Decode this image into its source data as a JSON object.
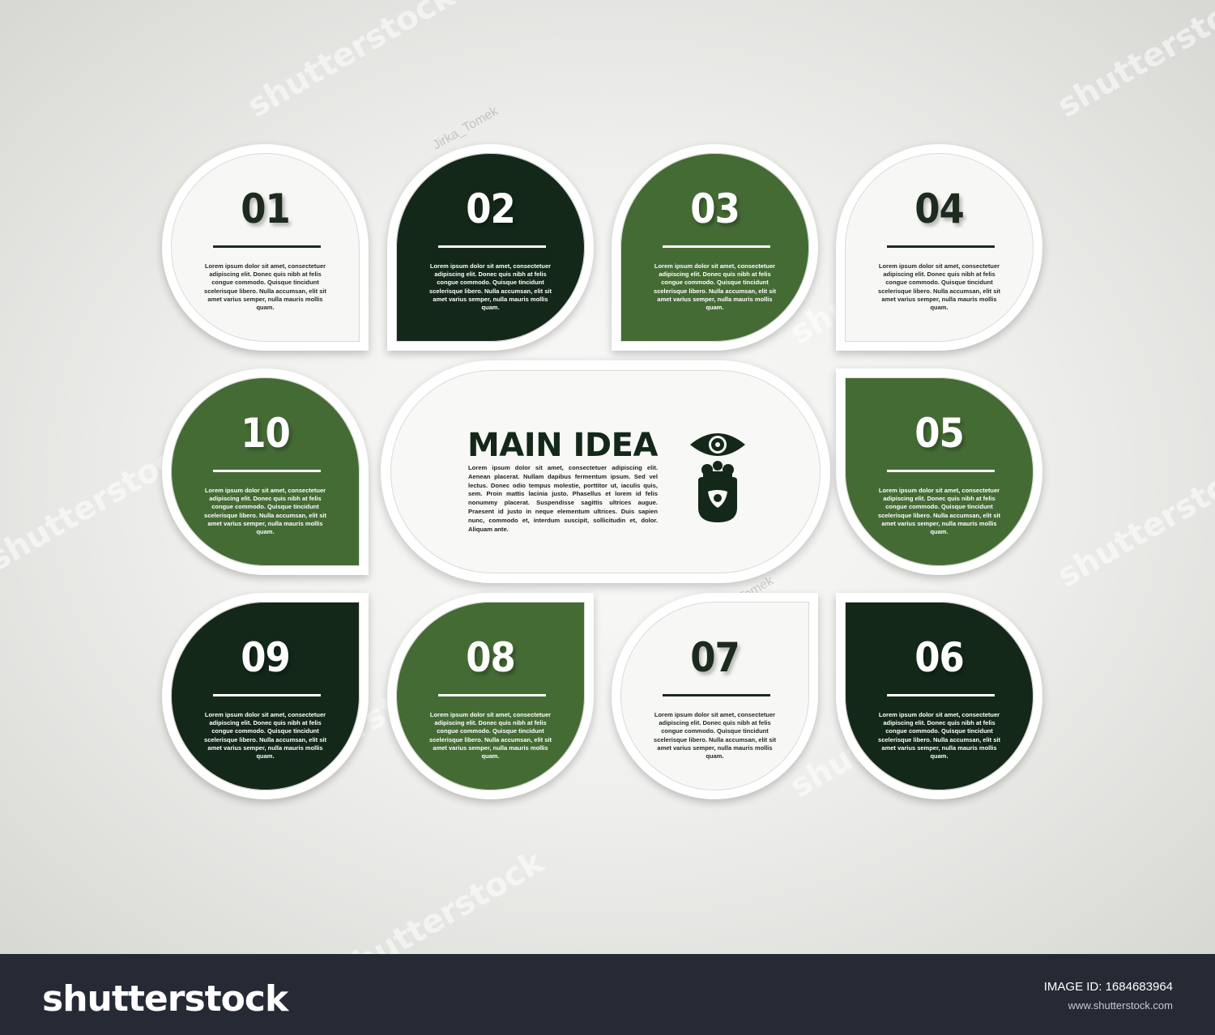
{
  "main": {
    "title": "MAIN IDEA",
    "text": "Lorem ipsum dolor sit amet, consectetuer adipiscing elit. Aenean placerat. Nullam dapibus fermentum ipsum. Sed vel lectus. Donec odio tempus molestie, porttitor ut, iaculis quis, sem. Proin mattis lacinia justo. Phasellus et lorem id felis nonummy placerat. Suspendisse sagittis ultrices augue. Praesent id justo in neque elementum ultrices. Duis sapien nunc, commodo et, interdum suscipit, sollicitudin et, dolor. Aliquam ante.",
    "icon": "head-with-eye-icon"
  },
  "steps": [
    {
      "number": "01",
      "text": "Lorem ipsum dolor sit amet, consectetuer adipiscing elit. Donec quis nibh at felis congue commodo. Quisque tincidunt scelerisque libero. Nulla accumsan, elit sit amet varius semper, nulla mauris mollis quam."
    },
    {
      "number": "02",
      "text": "Lorem ipsum dolor sit amet, consectetuer adipiscing elit. Donec quis nibh at felis congue commodo. Quisque tincidunt scelerisque libero. Nulla accumsan, elit sit amet varius semper, nulla mauris mollis quam."
    },
    {
      "number": "03",
      "text": "Lorem ipsum dolor sit amet, consectetuer adipiscing elit. Donec quis nibh at felis congue commodo. Quisque tincidunt scelerisque libero. Nulla accumsan, elit sit amet varius semper, nulla mauris mollis quam."
    },
    {
      "number": "04",
      "text": "Lorem ipsum dolor sit amet, consectetuer adipiscing elit. Donec quis nibh at felis congue commodo. Quisque tincidunt scelerisque libero. Nulla accumsan, elit sit amet varius semper, nulla mauris mollis quam."
    },
    {
      "number": "05",
      "text": "Lorem ipsum dolor sit amet, consectetuer adipiscing elit. Donec quis nibh at felis congue commodo. Quisque tincidunt scelerisque libero. Nulla accumsan, elit sit amet varius semper, nulla mauris mollis quam."
    },
    {
      "number": "06",
      "text": "Lorem ipsum dolor sit amet, consectetuer adipiscing elit. Donec quis nibh at felis congue commodo. Quisque tincidunt scelerisque libero. Nulla accumsan, elit sit amet varius semper, nulla mauris mollis quam."
    },
    {
      "number": "07",
      "text": "Lorem ipsum dolor sit amet, consectetuer adipiscing elit. Donec quis nibh at felis congue commodo. Quisque tincidunt scelerisque libero. Nulla accumsan, elit sit amet varius semper, nulla mauris mollis quam."
    },
    {
      "number": "08",
      "text": "Lorem ipsum dolor sit amet, consectetuer adipiscing elit. Donec quis nibh at felis congue commodo. Quisque tincidunt scelerisque libero. Nulla accumsan, elit sit amet varius semper, nulla mauris mollis quam."
    },
    {
      "number": "09",
      "text": "Lorem ipsum dolor sit amet, consectetuer adipiscing elit. Donec quis nibh at felis congue commodo. Quisque tincidunt scelerisque libero. Nulla accumsan, elit sit amet varius semper, nulla mauris mollis quam."
    },
    {
      "number": "10",
      "text": "Lorem ipsum dolor sit amet, consectetuer adipiscing elit. Donec quis nibh at felis congue commodo. Quisque tincidunt scelerisque libero. Nulla accumsan, elit sit amet varius semper, nulla mauris mollis quam."
    }
  ],
  "colors": {
    "dark": "#14281a",
    "mid": "#456b35",
    "light": "#f7f7f5"
  },
  "watermark": {
    "brand": "shutterstock",
    "author": "Jirka_Tomek"
  },
  "footer": {
    "logo": "shutterstock",
    "image_id": "IMAGE ID: 1684683964",
    "url": "www.shutterstock.com"
  }
}
